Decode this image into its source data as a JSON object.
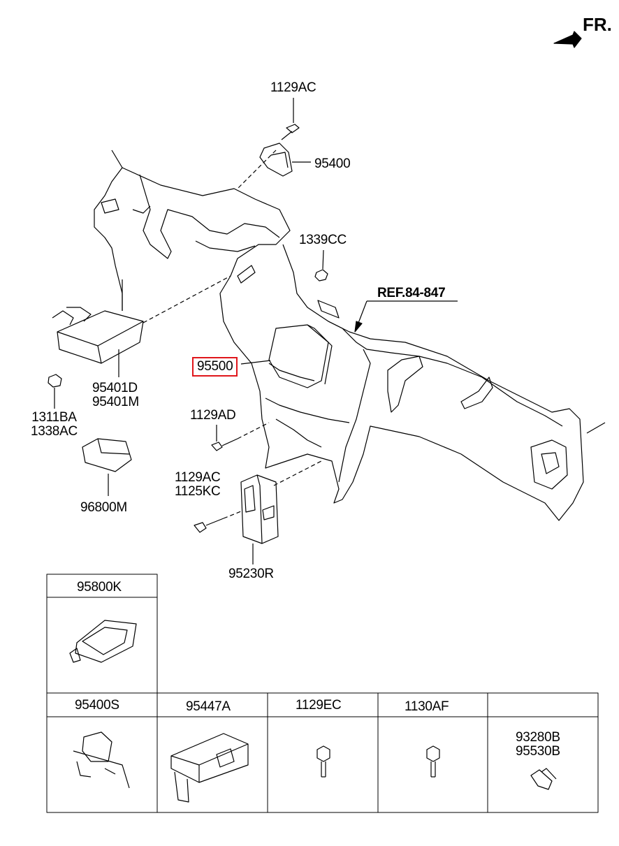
{
  "direction": {
    "label": "FR."
  },
  "reference": {
    "label": "REF.84-847"
  },
  "callouts": {
    "p1129AC_top": "1129AC",
    "p95400": "95400",
    "p1339CC": "1339CC",
    "p95500": "95500",
    "p95401": "95401D\n95401M",
    "p1311BA": "1311BA\n1338AC",
    "p1129AD": "1129AD",
    "p96800M": "96800M",
    "p1129AC_1125KC": "1129AC\n1125KC",
    "p95230R": "95230R"
  },
  "highlighted_part": "95500",
  "parts_table": {
    "top_cell": {
      "title": "95800K"
    },
    "cells": [
      {
        "title": "95400S"
      },
      {
        "title": "95447A"
      },
      {
        "title": "1129EC"
      },
      {
        "title": "1130AF"
      },
      {
        "title": "",
        "inner_label": "93280B\n95530B"
      }
    ]
  },
  "colors": {
    "highlight": "#e0161b",
    "line": "#000000"
  }
}
